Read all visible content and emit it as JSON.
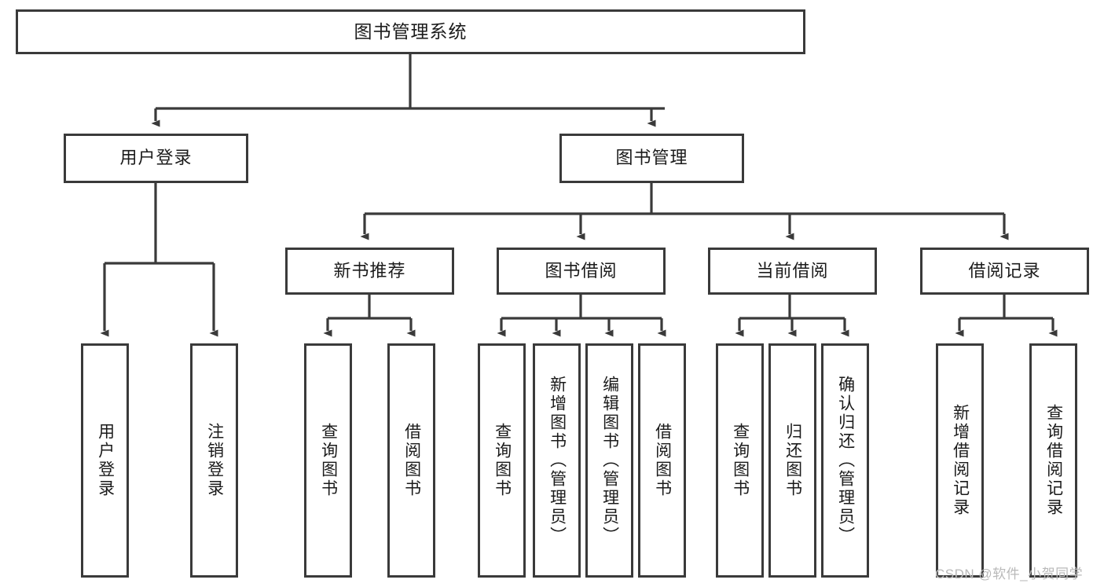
{
  "diagram": {
    "title": "图书管理系统",
    "type": "tree",
    "watermark": "CSDN @软件_小贺同学",
    "colors": {
      "box_border": "#3a3a3a",
      "box_fill": "#ffffff",
      "connector": "#3a3a3a",
      "text": "#1b1b1b",
      "watermark": "#b9b9b9"
    },
    "levels": {
      "root": "图书管理系统",
      "level2": [
        "用户登录",
        "图书管理"
      ],
      "level3": [
        "新书推荐",
        "图书借阅",
        "当前借阅",
        "借阅记录"
      ]
    },
    "nodes": {
      "root": {
        "label": "图书管理系统"
      },
      "user_login": {
        "label": "用户登录"
      },
      "book_manage": {
        "label": "图书管理"
      },
      "new_book_rec": {
        "label": "新书推荐"
      },
      "book_borrow": {
        "label": "图书借阅"
      },
      "current_borrow": {
        "label": "当前借阅"
      },
      "borrow_record": {
        "label": "借阅记录"
      },
      "leaf_user_login": {
        "label": "用户登录"
      },
      "leaf_user_logout": {
        "label": "注销登录"
      },
      "leaf_query_book_1": {
        "label": "查询图书"
      },
      "leaf_borrow_book_1": {
        "label": "借阅图书"
      },
      "leaf_query_book_2": {
        "label": "查询图书"
      },
      "leaf_add_book": {
        "label": "新增图书（管理员）"
      },
      "leaf_edit_book": {
        "label": "编辑图书（管理员）"
      },
      "leaf_borrow_book_2": {
        "label": "借阅图书"
      },
      "leaf_query_book_3": {
        "label": "查询图书"
      },
      "leaf_return_book": {
        "label": "归还图书"
      },
      "leaf_confirm_return": {
        "label": "确认归还（管理员）"
      },
      "leaf_add_record": {
        "label": "新增借阅记录"
      },
      "leaf_query_record": {
        "label": "查询借阅记录"
      }
    },
    "edges": [
      {
        "from": "root",
        "to": "user_login"
      },
      {
        "from": "root",
        "to": "book_manage"
      },
      {
        "from": "user_login",
        "to": "leaf_user_login"
      },
      {
        "from": "user_login",
        "to": "leaf_user_logout"
      },
      {
        "from": "book_manage",
        "to": "new_book_rec"
      },
      {
        "from": "book_manage",
        "to": "book_borrow"
      },
      {
        "from": "book_manage",
        "to": "current_borrow"
      },
      {
        "from": "book_manage",
        "to": "borrow_record"
      },
      {
        "from": "new_book_rec",
        "to": "leaf_query_book_1"
      },
      {
        "from": "new_book_rec",
        "to": "leaf_borrow_book_1"
      },
      {
        "from": "book_borrow",
        "to": "leaf_query_book_2"
      },
      {
        "from": "book_borrow",
        "to": "leaf_add_book"
      },
      {
        "from": "book_borrow",
        "to": "leaf_edit_book"
      },
      {
        "from": "book_borrow",
        "to": "leaf_borrow_book_2"
      },
      {
        "from": "current_borrow",
        "to": "leaf_query_book_3"
      },
      {
        "from": "current_borrow",
        "to": "leaf_return_book"
      },
      {
        "from": "current_borrow",
        "to": "leaf_confirm_return"
      },
      {
        "from": "borrow_record",
        "to": "leaf_add_record"
      },
      {
        "from": "borrow_record",
        "to": "leaf_query_record"
      }
    ]
  }
}
